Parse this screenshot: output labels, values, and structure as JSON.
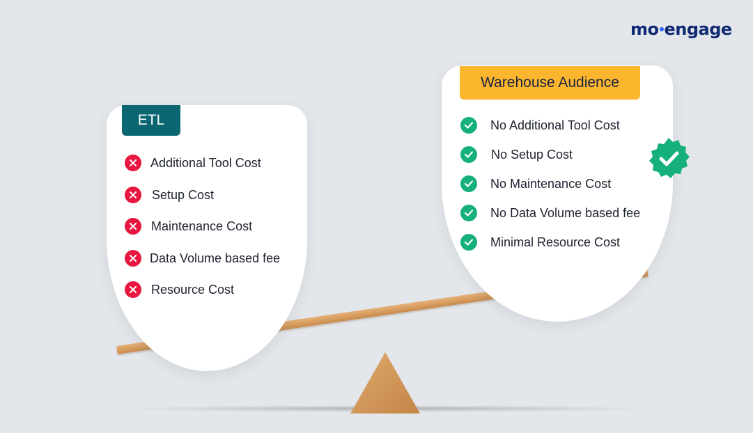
{
  "brand": {
    "logo_text_left": "mo",
    "logo_text_right": "engage"
  },
  "etl": {
    "title": "ETL",
    "items": [
      {
        "label": "Additional Tool Cost"
      },
      {
        "label": "Setup Cost"
      },
      {
        "label": "Maintenance Cost"
      },
      {
        "label": "Data Volume based fee"
      },
      {
        "label": "Resource Cost"
      }
    ]
  },
  "warehouse": {
    "title": "Warehouse Audience",
    "items": [
      {
        "label": "No Additional Tool Cost"
      },
      {
        "label": "No Setup Cost"
      },
      {
        "label": "No Maintenance Cost"
      },
      {
        "label": "No Data Volume based fee"
      },
      {
        "label": "Minimal Resource Cost"
      }
    ]
  },
  "colors": {
    "background": "#e3e6ea",
    "etl_tag": "#0a6772",
    "warehouse_tag": "#fbb62e",
    "cross": "#e8173f",
    "check": "#16b07b",
    "brand": "#102a73"
  }
}
